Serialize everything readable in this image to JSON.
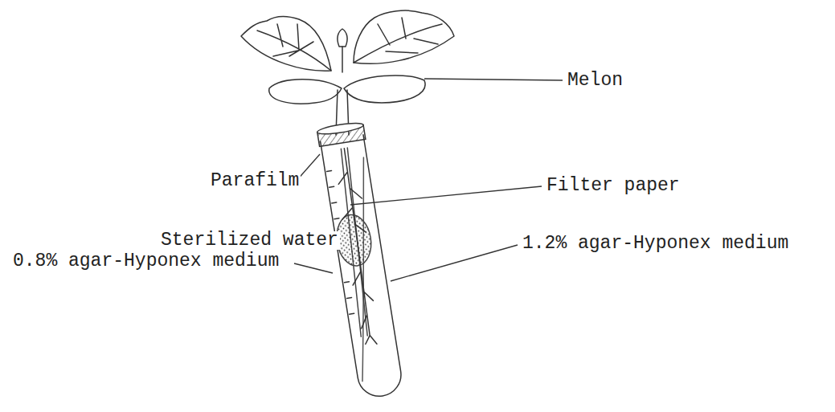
{
  "diagram": {
    "labels": [
      "Melon",
      "Parafilm",
      "Filter paper",
      "Sterilized water",
      "0.8% agar-Hyponex medium",
      "1.2% agar-Hyponex medium"
    ]
  }
}
